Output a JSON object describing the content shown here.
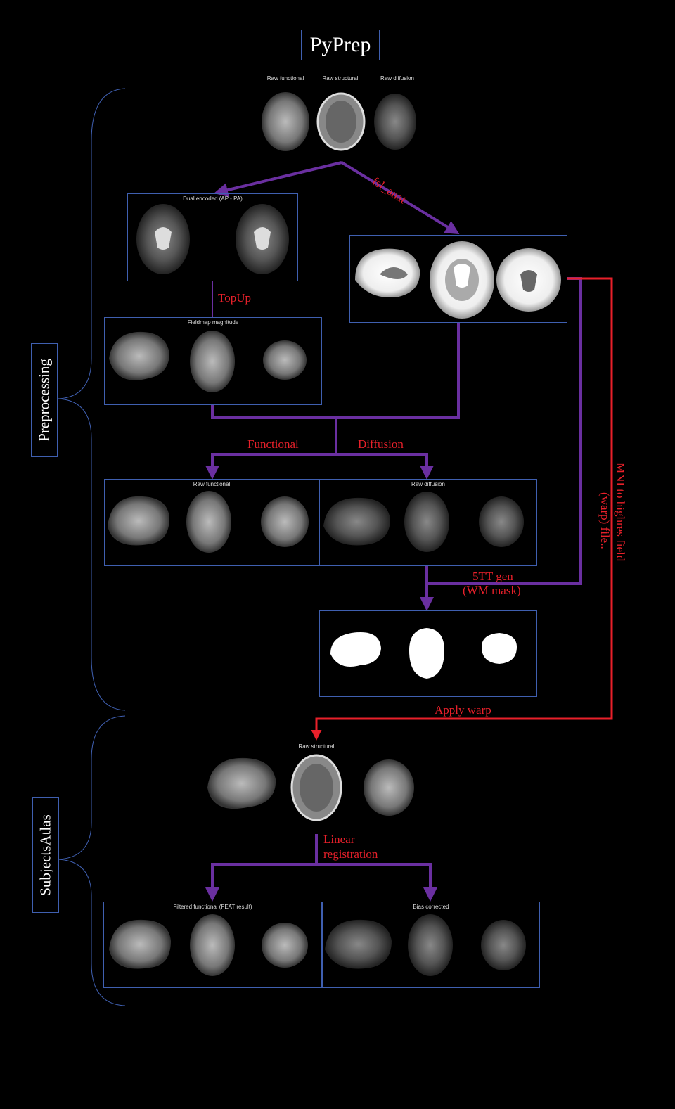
{
  "title": "PyPrep",
  "sections": {
    "preprocessing": "Preprocessing",
    "subjects_atlas": "SubjectsAtlas"
  },
  "raw_inputs": {
    "functional": "Raw functional",
    "structural": "Raw structural",
    "diffusion": "Raw diffusion"
  },
  "panels": {
    "dual_encoded": "Dual encoded (AP - PA)",
    "fieldmap": "Fieldmap magnitude",
    "raw_functional": "Raw functional",
    "raw_diffusion": "Raw diffusion",
    "raw_structural": "Raw structural",
    "filtered_functional": "Filtered functional (FEAT result)",
    "bias_corrected": "Bias corrected"
  },
  "edges": {
    "fsl_anat": "fsl_anat",
    "topup": "TopUp",
    "functional": "Functional",
    "diffusion": "Diffusion",
    "fivett_line1": "5TT gen",
    "fivett_line2": "(WM mask)",
    "mni_line1": "MNI to highres field",
    "mni_line2": "(warp) file..",
    "apply_warp": "Apply warp",
    "linear_line1": "Linear",
    "linear_line2": "registration"
  },
  "colors": {
    "flow": "#6a2fa0",
    "warp": "#e8202a",
    "box": "#3f5fb0"
  }
}
